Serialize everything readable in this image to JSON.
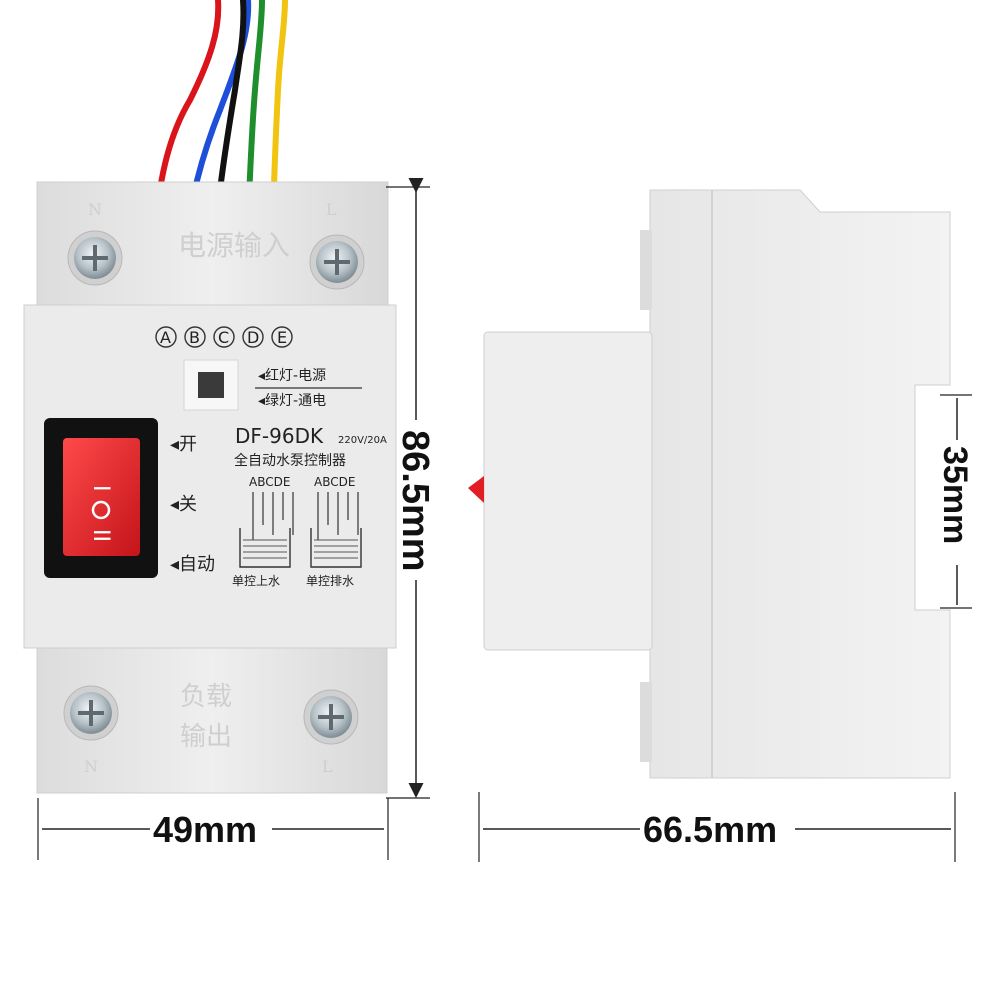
{
  "product": {
    "model": "DF-96DK",
    "rating": "220V/20A",
    "name_cn": "全自动水泵控制器",
    "terminal_letters": [
      "A",
      "B",
      "C",
      "D",
      "E"
    ],
    "indicator_red": "◂红灯-电源",
    "indicator_green": "◂绿灯-通电",
    "switch_states": [
      "◂开",
      "◂关",
      "◂自动"
    ],
    "diagram_letters_left": "ABCDE",
    "diagram_letters_right": "ABCDE",
    "mode_left": "单控上水",
    "mode_right": "单控排水",
    "top_terminal_left": "N",
    "top_terminal_right": "L",
    "top_embossed": "电源输入",
    "bottom_embossed_1": "负载",
    "bottom_embossed_2": "输出",
    "bottom_terminal_left": "N",
    "bottom_terminal_right": "L",
    "rocker_symbols": [
      "I",
      "O",
      "II"
    ]
  },
  "dimensions": {
    "height": "86.5mm",
    "front_width": "49mm",
    "side_depth": "66.5mm",
    "rail_slot": "35mm"
  },
  "colors": {
    "housing": "#eaeaea",
    "rocker": "#e01e24",
    "wire_red": "#d9151b",
    "wire_blue": "#1d4fd8",
    "wire_black": "#111111",
    "wire_green": "#1f8f2e",
    "wire_yellow": "#f1c40f"
  }
}
